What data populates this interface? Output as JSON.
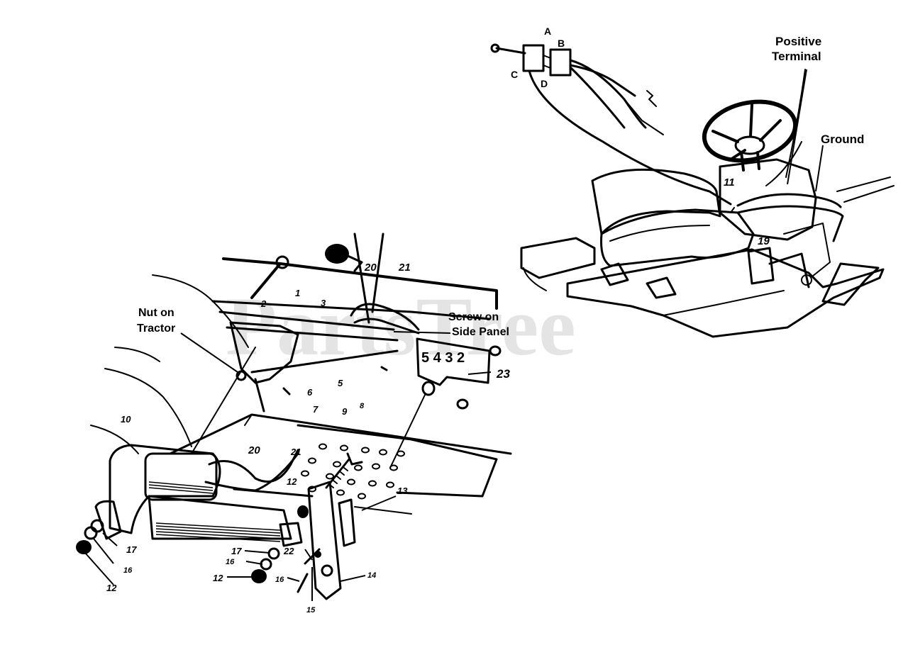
{
  "watermark": "PartsTree",
  "callouts": {
    "nut_on_tractor": [
      "Nut on",
      "Tractor"
    ],
    "screw_on_side_panel": [
      "Screw on",
      "Side Panel"
    ],
    "positive_terminal": [
      "Positive",
      "Terminal"
    ],
    "ground": "Ground",
    "switch_terminals": {
      "a": "A",
      "b": "B",
      "c": "C",
      "d": "D"
    }
  },
  "decal_digits": "5 4 3 2",
  "part_numbers": {
    "p1": "1",
    "p2": "2",
    "p3": "3",
    "p5": "5",
    "p6": "6",
    "p7": "7",
    "p8": "8",
    "p9": "9",
    "p10": "10",
    "p11": "11",
    "p12a": "12",
    "p12b": "12",
    "p12c": "12",
    "p13": "13",
    "p14": "14",
    "p15": "15",
    "p16a": "16",
    "p16b": "16",
    "p16c": "16",
    "p17a": "17",
    "p17b": "17",
    "p19": "19",
    "p20a": "20",
    "p20b": "20",
    "p21a": "21",
    "p21b": "21",
    "p22": "22",
    "p23": "23"
  }
}
